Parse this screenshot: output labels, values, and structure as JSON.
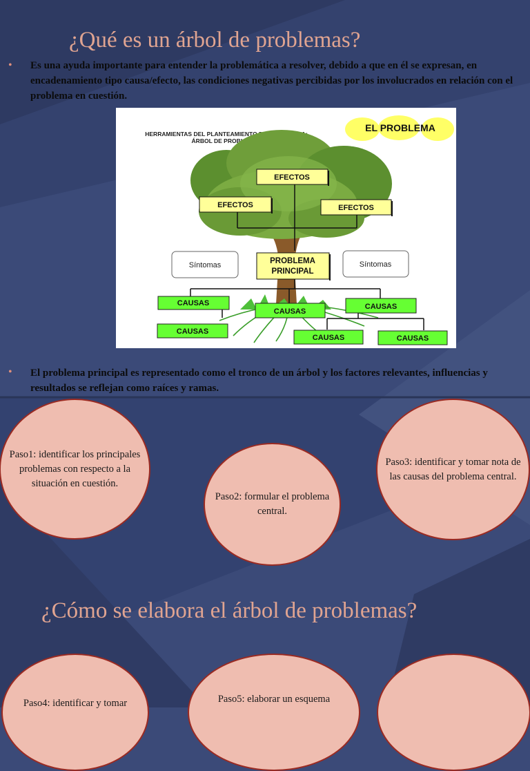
{
  "slide": {
    "title_top": "¿Qué es un árbol de problemas?",
    "bullet_symbol": "•",
    "bullet_1": "Es una ayuda importante para entender la problemática a resolver, debido a que en  él se expresan, en encadenamiento tipo causa/efecto, las condiciones negativas percibidas por los involucrados en relación con el problema en cuestión.",
    "bullet_2": "El problema principal es representado como el tronco de un árbol y los factores relevantes, influencias y resultados se reflejan como raíces y ramas.",
    "title_bottom": "¿Cómo se elabora el árbol de problemas?"
  },
  "figure": {
    "heading_line1": "HERRAMIENTAS DEL PLANTEAMIENTO DEL PROBLEMA:",
    "heading_line2": "ÁRBOL DE PROBLEMAS",
    "badge": "EL PROBLEMA",
    "effects": [
      "EFECTOS",
      "EFECTOS",
      "EFECTOS"
    ],
    "symptoms": [
      "Síntomas",
      "Síntomas"
    ],
    "main_problem_line1": "PROBLEMA",
    "main_problem_line2": "PRINCIPAL",
    "causes": [
      "CAUSAS",
      "CAUSAS",
      "CAUSAS",
      "CAUSAS",
      "CAUSAS",
      "CAUSAS"
    ]
  },
  "steps": {
    "paso1": "Paso1: identificar los principales problemas con respecto a la situación en cuestión.",
    "paso2": "Paso2: formular el problema central.",
    "paso3": "Paso3: identificar y tomar nota de las causas del problema central.",
    "paso4": "Paso4: identificar y tomar",
    "paso5": "Paso5: elaborar un esquema"
  },
  "colors": {
    "background": "#3b4a78",
    "title": "#e0a491",
    "circle_fill": "#efbdb0",
    "circle_border": "#9a2a22",
    "effects_box": "#ffff99",
    "causes_box": "#66ff33",
    "badge_glow": "#ffff66"
  }
}
